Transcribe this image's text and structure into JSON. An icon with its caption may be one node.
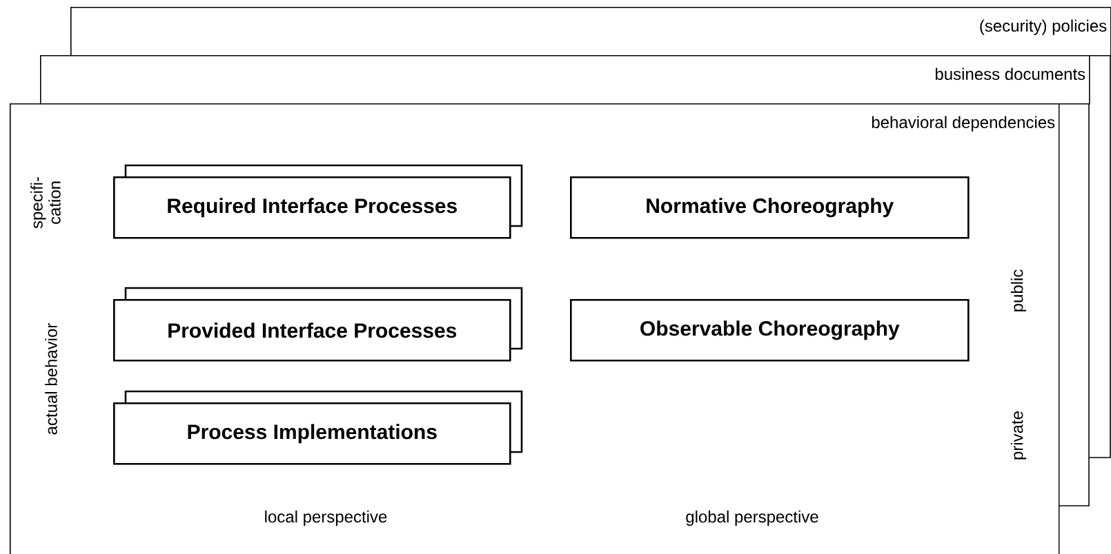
{
  "diagram": {
    "nodes": [
      {
        "text": [
          "(security) policies"
        ]
      },
      {
        "text": [
          "business documents"
        ]
      },
      {
        "text": [
          "behavioral dependencies"
        ]
      },
      {
        "text": [
          "Required Interface Processes"
        ],
        "in": 2
      },
      {
        "text": [
          "Normative Choreography"
        ],
        "in": 2
      },
      {
        "text": [
          "Provided Interface Processes"
        ],
        "in": 2
      },
      {
        "text": [
          "Observable Choreography"
        ],
        "in": 2
      },
      {
        "text": [
          "Process Implementations"
        ],
        "in": 2
      }
    ],
    "labels": [
      "specifi- cation",
      "actual behavior",
      "public",
      "private",
      "local perspective",
      "global perspective"
    ]
  }
}
